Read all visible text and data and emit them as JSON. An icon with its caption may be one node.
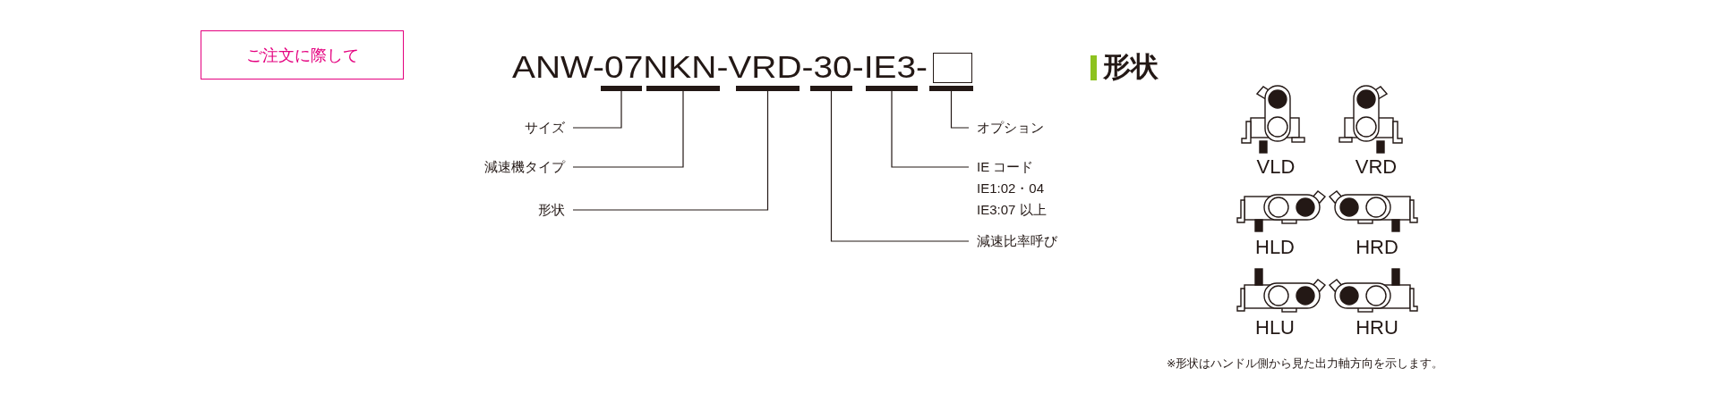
{
  "diagram": {
    "nodes": [
      {
        "text": [
          "ご注文に際して"
        ]
      },
      {
        "text": [],
        "shape": "box"
      },
      {
        "text": [],
        "shape": "bar"
      },
      {
        "text": [],
        "shape": "bar"
      },
      {
        "text": [],
        "shape": "bar"
      },
      {
        "text": [],
        "shape": "bar"
      },
      {
        "text": [],
        "shape": "bar"
      },
      {
        "text": [],
        "shape": "bar"
      },
      {
        "text": [
          "サイズ"
        ]
      },
      {
        "text": [
          "オプション"
        ]
      },
      {
        "text": [
          "減速機タイプ"
        ]
      },
      {
        "text": [
          "IE コード",
          "IE1:02・04",
          "IE3:07 以上"
        ]
      },
      {
        "text": [
          "形状"
        ]
      },
      {
        "text": [
          "減速比率呼び"
        ]
      }
    ],
    "edges": [
      {
        "from": 8,
        "to": 2,
        "arrow": "none"
      },
      {
        "from": 10,
        "to": 3,
        "arrow": "none"
      },
      {
        "from": 12,
        "to": 4,
        "arrow": "none"
      },
      {
        "from": 13,
        "to": 5,
        "arrow": "none"
      },
      {
        "from": 11,
        "to": 6,
        "arrow": "none"
      },
      {
        "from": 9,
        "to": 7,
        "arrow": "none"
      }
    ],
    "labels": [
      "ANW-07NKN-VRD-30-IE3-",
      "形状",
      "VLD",
      "VRD",
      "HLD",
      "HRD",
      "HLU",
      "HRU",
      "※形状はハンドル側から見た出力軸方向を示します。"
    ]
  }
}
